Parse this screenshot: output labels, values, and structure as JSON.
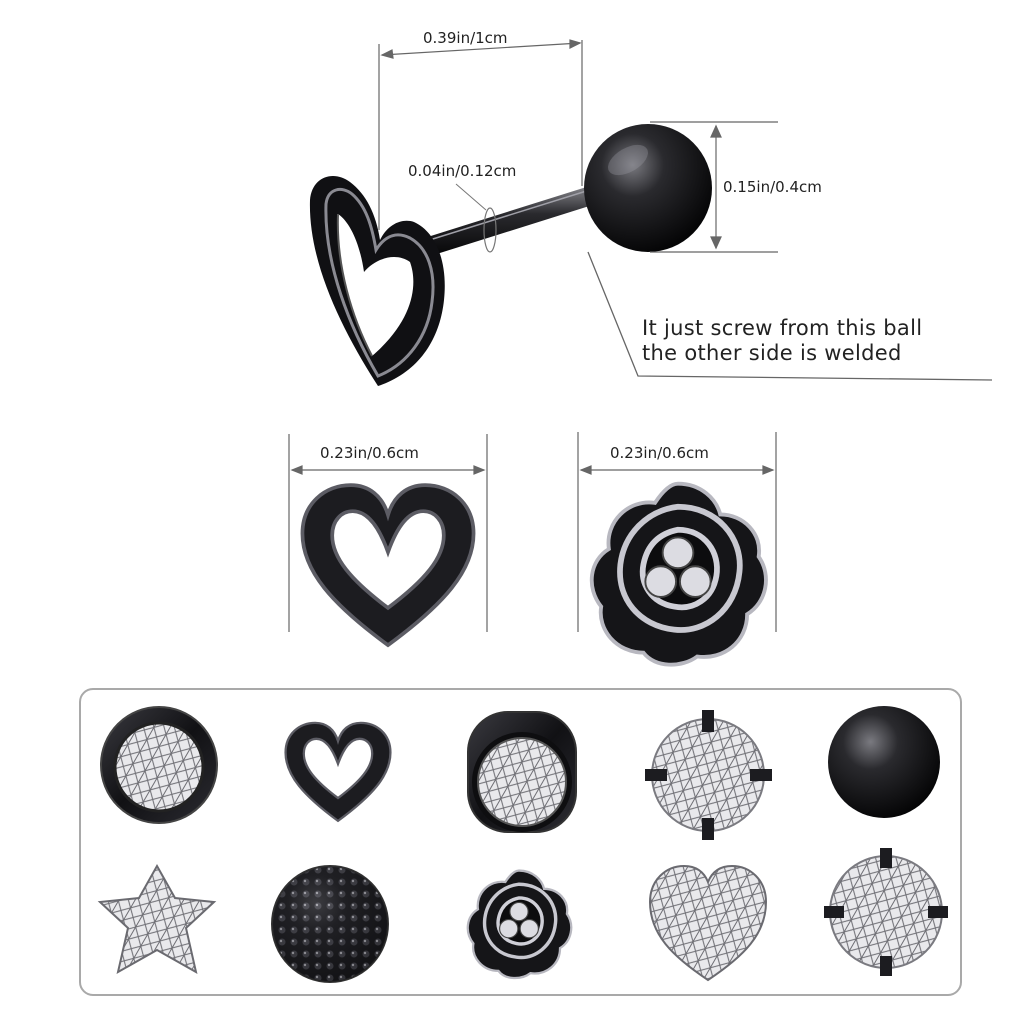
{
  "dimensions": {
    "length": "0.39in/1cm",
    "bar_thickness": "0.04in/0.12cm",
    "ball_diameter": "0.15in/0.4cm",
    "heart_width": "0.23in/0.6cm",
    "flower_width": "0.23in/0.6cm"
  },
  "note": {
    "line1": "It just screw from this ball",
    "line2": "the other side is welded"
  },
  "colors": {
    "metal": "#1a1a1e",
    "highlight": "#9a9aa2",
    "crystal": "#e6e6ea",
    "dimension_line": "#666666",
    "panel_border": "#a9a9a9"
  },
  "variants": [
    {
      "icon": "bezel-crystal-icon"
    },
    {
      "icon": "open-heart-icon"
    },
    {
      "icon": "cylinder-crystal-icon"
    },
    {
      "icon": "prong-crystal-icon"
    },
    {
      "icon": "black-ball-icon"
    },
    {
      "icon": "star-crystal-icon"
    },
    {
      "icon": "pave-ball-icon"
    },
    {
      "icon": "rose-flower-icon"
    },
    {
      "icon": "heart-crystal-icon"
    },
    {
      "icon": "prong-crystal-icon"
    }
  ]
}
